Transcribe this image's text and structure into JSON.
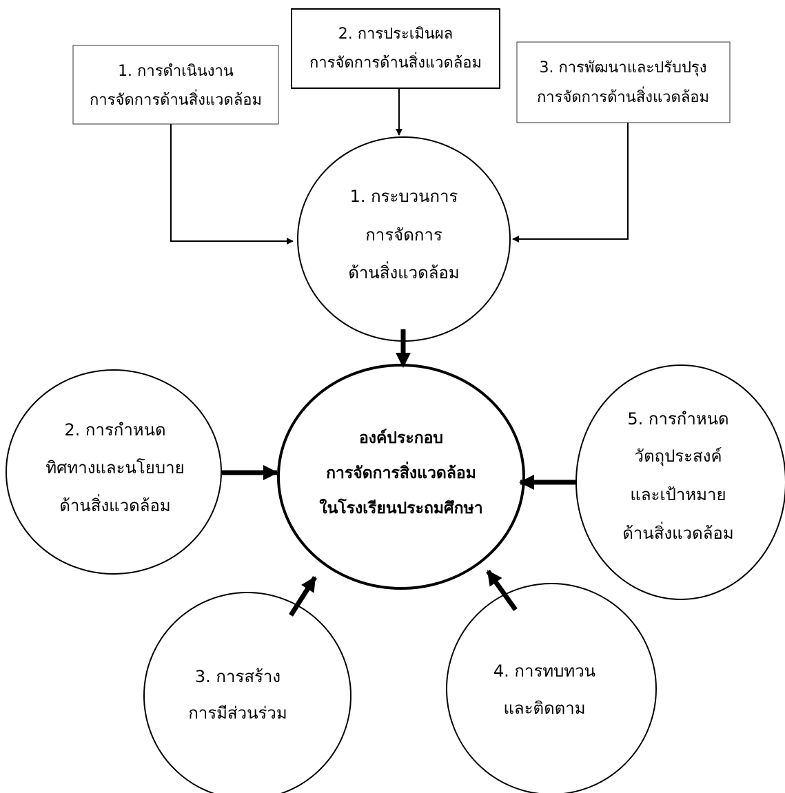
{
  "top_boxes": [
    {
      "line1": "1. การดำเนินงาน",
      "line2": "การจัดการด้านสิ่งแวดล้อม"
    },
    {
      "line1": "2. การประเมินผล",
      "line2": "การจัดการด้านสิ่งแวดล้อม"
    },
    {
      "line1": "3. การพัฒนาและปรับปรุง",
      "line2": "การจัดการด้านสิ่งแวดล้อม"
    }
  ],
  "process_circle": {
    "line1": "1. กระบวนการ",
    "line2": "การจัดการ",
    "line3": "ด้านสิ่งแวดล้อม"
  },
  "center_circle": {
    "line1": "องค์ประกอบ",
    "line2": "การจัดการสิ่งแวดล้อม",
    "line3": "ในโรงเรียนประถมศึกษา"
  },
  "left_circle": {
    "line1": "2. การกำหนด",
    "line2": "ทิศทางและนโยบาย",
    "line3": "ด้านสิ่งแวดล้อม"
  },
  "right_circle": {
    "line1": "5. การกำหนด",
    "line2": "วัตถุประสงค์",
    "line3": "และเป้าหมาย",
    "line4": "ด้านสิ่งแวดล้อม"
  },
  "bottom_left_circle": {
    "line1": "3. การสร้าง",
    "line2": "การมีส่วนร่วม"
  },
  "bottom_right_circle": {
    "line1": "4. การทบทวน",
    "line2": "และติดตาม"
  }
}
